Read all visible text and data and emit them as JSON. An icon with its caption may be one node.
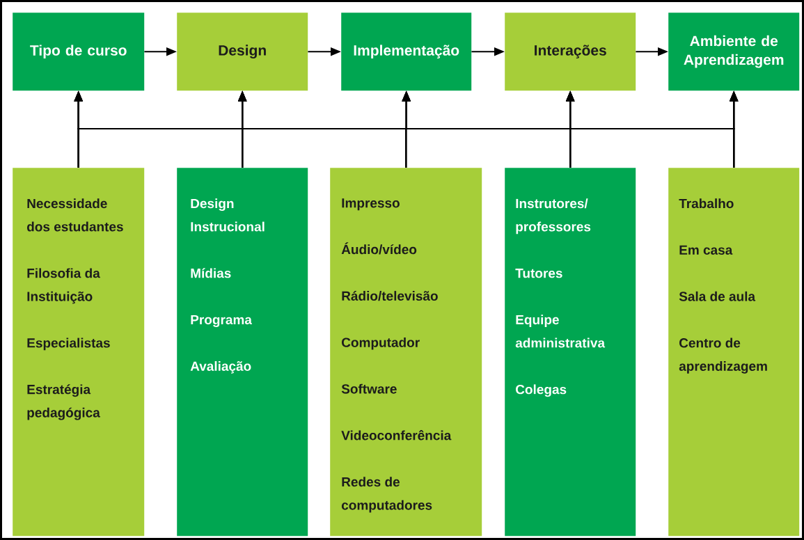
{
  "diagram": {
    "nodes": [
      {
        "text": [
          "Tipo de curso"
        ]
      },
      {
        "text": [
          "Design"
        ]
      },
      {
        "text": [
          "Implementação"
        ]
      },
      {
        "text": [
          "Interações"
        ]
      },
      {
        "text": [
          "Ambiente de Aprendizagem"
        ]
      },
      {
        "text": [
          "Necessidade dos estudantes",
          "Filosofia da Instituição",
          "Especialistas",
          "Estratégia pedagógica"
        ]
      },
      {
        "text": [
          "Design Instrucional",
          "Mídias",
          "Programa",
          "Avaliação"
        ]
      },
      {
        "text": [
          "Impresso",
          "Áudio/vídeo",
          "Rádio/televisão",
          "Computador",
          "Software",
          "Videoconferência",
          "Redes de computadores"
        ]
      },
      {
        "text": [
          "Instrutores/ professores",
          "Tutores",
          "Equipe administrativa",
          "Colegas"
        ]
      },
      {
        "text": [
          "Trabalho",
          "Em casa",
          "Sala de aula",
          "Centro de aprendizagem"
        ]
      }
    ],
    "edges": [
      {
        "from": 0,
        "to": 1,
        "arrow": "to"
      },
      {
        "from": 1,
        "to": 2,
        "arrow": "to"
      },
      {
        "from": 2,
        "to": 3,
        "arrow": "to"
      },
      {
        "from": 3,
        "to": 4,
        "arrow": "to"
      },
      {
        "from": 5,
        "to": 0,
        "arrow": "to"
      },
      {
        "from": 5,
        "to": 1,
        "arrow": "to"
      },
      {
        "from": 5,
        "to": 2,
        "arrow": "to"
      },
      {
        "from": 5,
        "to": 3,
        "arrow": "to"
      },
      {
        "from": 5,
        "to": 4,
        "arrow": "to"
      },
      {
        "from": 6,
        "to": 0,
        "arrow": "to"
      },
      {
        "from": 6,
        "to": 1,
        "arrow": "to"
      },
      {
        "from": 6,
        "to": 2,
        "arrow": "to"
      },
      {
        "from": 6,
        "to": 3,
        "arrow": "to"
      },
      {
        "from": 6,
        "to": 4,
        "arrow": "to"
      },
      {
        "from": 7,
        "to": 0,
        "arrow": "to"
      },
      {
        "from": 7,
        "to": 1,
        "arrow": "to"
      },
      {
        "from": 7,
        "to": 2,
        "arrow": "to"
      },
      {
        "from": 7,
        "to": 3,
        "arrow": "to"
      },
      {
        "from": 7,
        "to": 4,
        "arrow": "to"
      },
      {
        "from": 8,
        "to": 0,
        "arrow": "to"
      },
      {
        "from": 8,
        "to": 1,
        "arrow": "to"
      },
      {
        "from": 8,
        "to": 2,
        "arrow": "to"
      },
      {
        "from": 8,
        "to": 3,
        "arrow": "to"
      },
      {
        "from": 8,
        "to": 4,
        "arrow": "to"
      },
      {
        "from": 9,
        "to": 0,
        "arrow": "to"
      },
      {
        "from": 9,
        "to": 1,
        "arrow": "to"
      },
      {
        "from": 9,
        "to": 2,
        "arrow": "to"
      },
      {
        "from": 9,
        "to": 3,
        "arrow": "to"
      },
      {
        "from": 9,
        "to": 4,
        "arrow": "to"
      }
    ]
  }
}
